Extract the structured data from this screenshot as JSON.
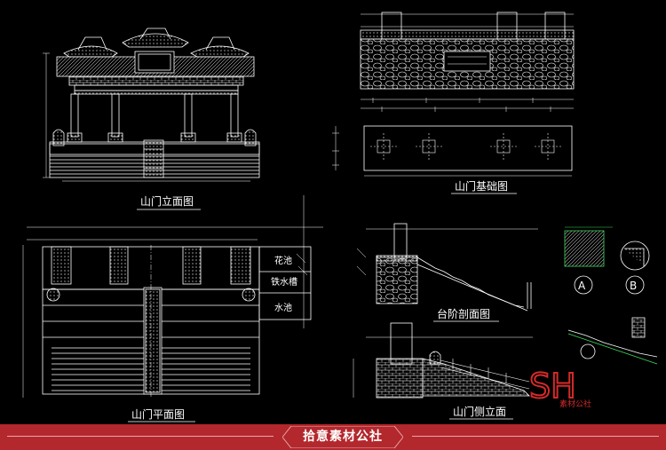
{
  "drawings": {
    "elevation_title": "山门立面图",
    "foundation_title": "山门基础图",
    "plan_title": "山门平面图",
    "stair_section_title": "台阶剖面图",
    "side_elevation_title": "山门侧立面"
  },
  "plan_labels": {
    "flower_pool": "花池",
    "iron_grate": "铁水槽",
    "water_pool": "水池"
  },
  "detail_markers": [
    "A",
    "B"
  ],
  "watermark": {
    "logo": "SH",
    "subtitle": "素材公社"
  },
  "footer": {
    "text": "拾意素材公社"
  },
  "colors": {
    "background": "#000000",
    "linework": "#ffffff",
    "footer_band": "#b3282d",
    "watermark_red": "#d42a2a"
  }
}
